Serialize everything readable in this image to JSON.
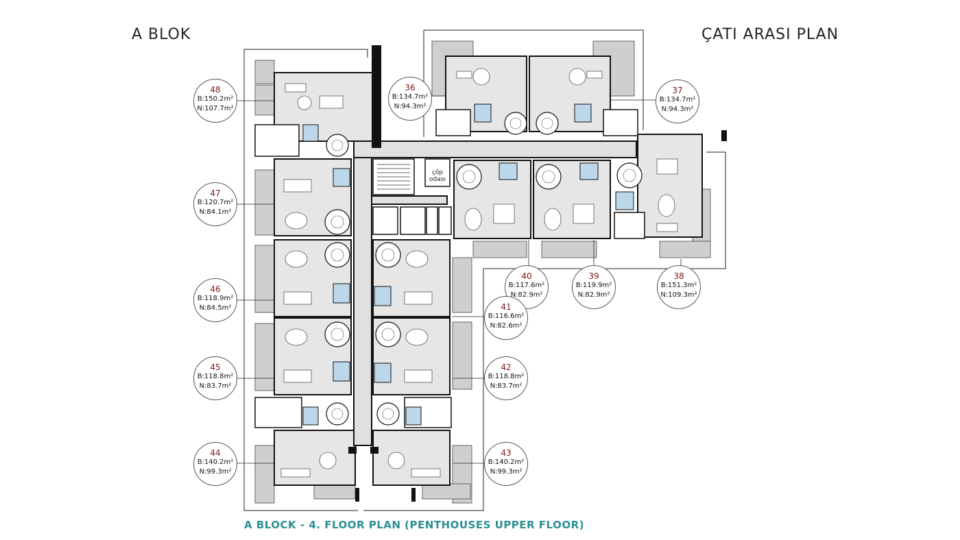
{
  "header": {
    "left": "A BLOK",
    "right": "ÇATI ARASI PLAN"
  },
  "caption": "A BLOCK - 4. FLOOR PLAN (PENTHOUSES UPPER FLOOR)",
  "colors": {
    "caption": "#2a8f93",
    "unit_number": "#7a1a1a",
    "wall": "#111111",
    "floor": "#e4e4e4",
    "bath": "#bcd6ea",
    "terrace": "#cfcfcf"
  },
  "core": {
    "garbage_room": "çöp odası"
  },
  "units": [
    {
      "no": "48",
      "gross": "B:150.2m²",
      "net": "N:107.7m²"
    },
    {
      "no": "47",
      "gross": "B:120.7m²",
      "net": "N:84.1m²"
    },
    {
      "no": "46",
      "gross": "B:118.9m²",
      "net": "N:84.5m²"
    },
    {
      "no": "45",
      "gross": "B:118.8m²",
      "net": "N:83.7m²"
    },
    {
      "no": "44",
      "gross": "B:140.2m²",
      "net": "N:99.3m²"
    },
    {
      "no": "36",
      "gross": "B:134.7m²",
      "net": "N:94.3m²"
    },
    {
      "no": "37",
      "gross": "B:134.7m²",
      "net": "N:94.3m²"
    },
    {
      "no": "40",
      "gross": "B:117.6m²",
      "net": "N:82.9m²"
    },
    {
      "no": "39",
      "gross": "B:119.9m²",
      "net": "N:82.9m²"
    },
    {
      "no": "38",
      "gross": "B:151.3m²",
      "net": "N:109.3m²"
    },
    {
      "no": "41",
      "gross": "B:116.6m²",
      "net": "N:82.6m²"
    },
    {
      "no": "42",
      "gross": "B:118.8m²",
      "net": "N:83.7m²"
    },
    {
      "no": "43",
      "gross": "B:140.2m²",
      "net": "N:99.3m²"
    }
  ]
}
